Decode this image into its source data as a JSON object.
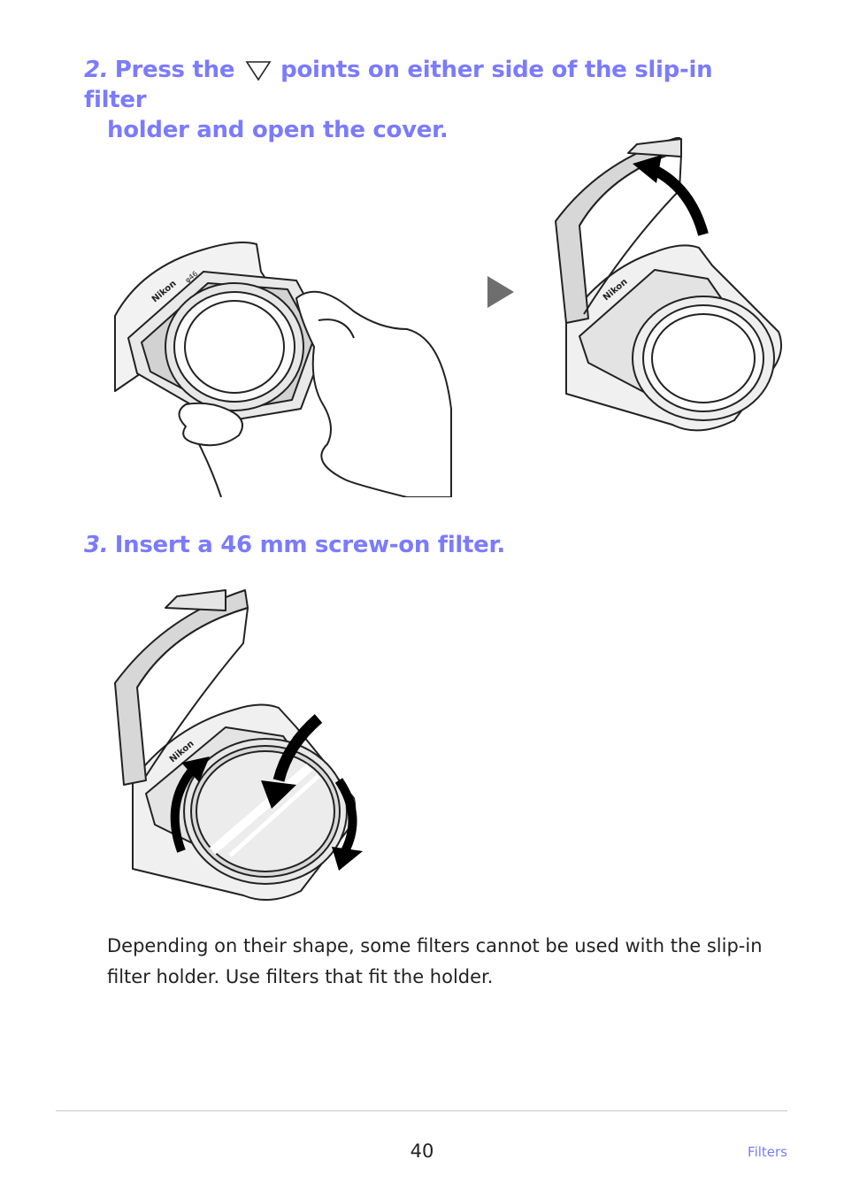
{
  "step2": {
    "number": "2.",
    "text_before": "Press the",
    "text_after": "points on either side of the slip-in filter",
    "text_line2": "holder and open the cover.",
    "triangle_icon": "down-triangle-outline-icon"
  },
  "step3": {
    "number": "3.",
    "text": "Insert a 46 mm screw-on filter."
  },
  "figures": {
    "brand_label": "Nikon",
    "size_label": "φ46",
    "next_arrow_icon": "play-triangle-icon",
    "arrow_color": "#000000",
    "step_color": "#7b7bff",
    "next_arrow_color": "#6e6e6e"
  },
  "note": {
    "text": "Depending on their shape, some filters cannot be used with the slip-in filter holder. Use filters that fit the holder."
  },
  "footer": {
    "page_number": "40",
    "section": "Filters"
  }
}
